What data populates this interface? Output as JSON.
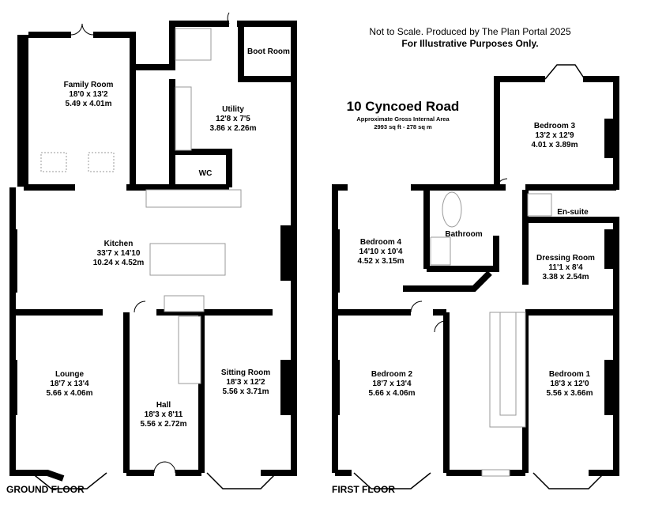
{
  "header": {
    "disclaimer": "Not to Scale. Produced by The Plan Portal 2025",
    "illustrative": "For Illustrative Purposes Only.",
    "address": "10 Cyncoed Road",
    "area_label": "Approximate Gross Internal Area",
    "area_value": "2993 sq ft - 278 sq m"
  },
  "ground_floor": {
    "label": "GROUND FLOOR",
    "rooms": [
      {
        "name": "Family Room",
        "imperial": "18'0 x 13'2",
        "metric": "5.49 x 4.01m"
      },
      {
        "name": "Boot Room"
      },
      {
        "name": "Utility",
        "imperial": "12'8 x 7'5",
        "metric": "3.86 x 2.26m"
      },
      {
        "name": "WC"
      },
      {
        "name": "Kitchen",
        "imperial": "33'7 x 14'10",
        "metric": "10.24 x 4.52m"
      },
      {
        "name": "Lounge",
        "imperial": "18'7 x 13'4",
        "metric": "5.66 x 4.06m"
      },
      {
        "name": "Hall",
        "imperial": "18'3 x 8'11",
        "metric": "5.56 x 2.72m"
      },
      {
        "name": "Sitting Room",
        "imperial": "18'3 x 12'2",
        "metric": "5.56 x 3.71m"
      }
    ]
  },
  "first_floor": {
    "label": "FIRST FLOOR",
    "rooms": [
      {
        "name": "Bedroom 3",
        "imperial": "13'2 x 12'9",
        "metric": "4.01 x 3.89m"
      },
      {
        "name": "En-suite"
      },
      {
        "name": "Bathroom"
      },
      {
        "name": "Bedroom 4",
        "imperial": "14'10 x 10'4",
        "metric": "4.52 x 3.15m"
      },
      {
        "name": "Dressing Room",
        "imperial": "11'1 x 8'4",
        "metric": "3.38 x 2.54m"
      },
      {
        "name": "Bedroom 2",
        "imperial": "18'7 x 13'4",
        "metric": "5.66 x 4.06m"
      },
      {
        "name": "Bedroom 1",
        "imperial": "18'3 x 12'0",
        "metric": "5.56 x 3.66m"
      }
    ]
  }
}
